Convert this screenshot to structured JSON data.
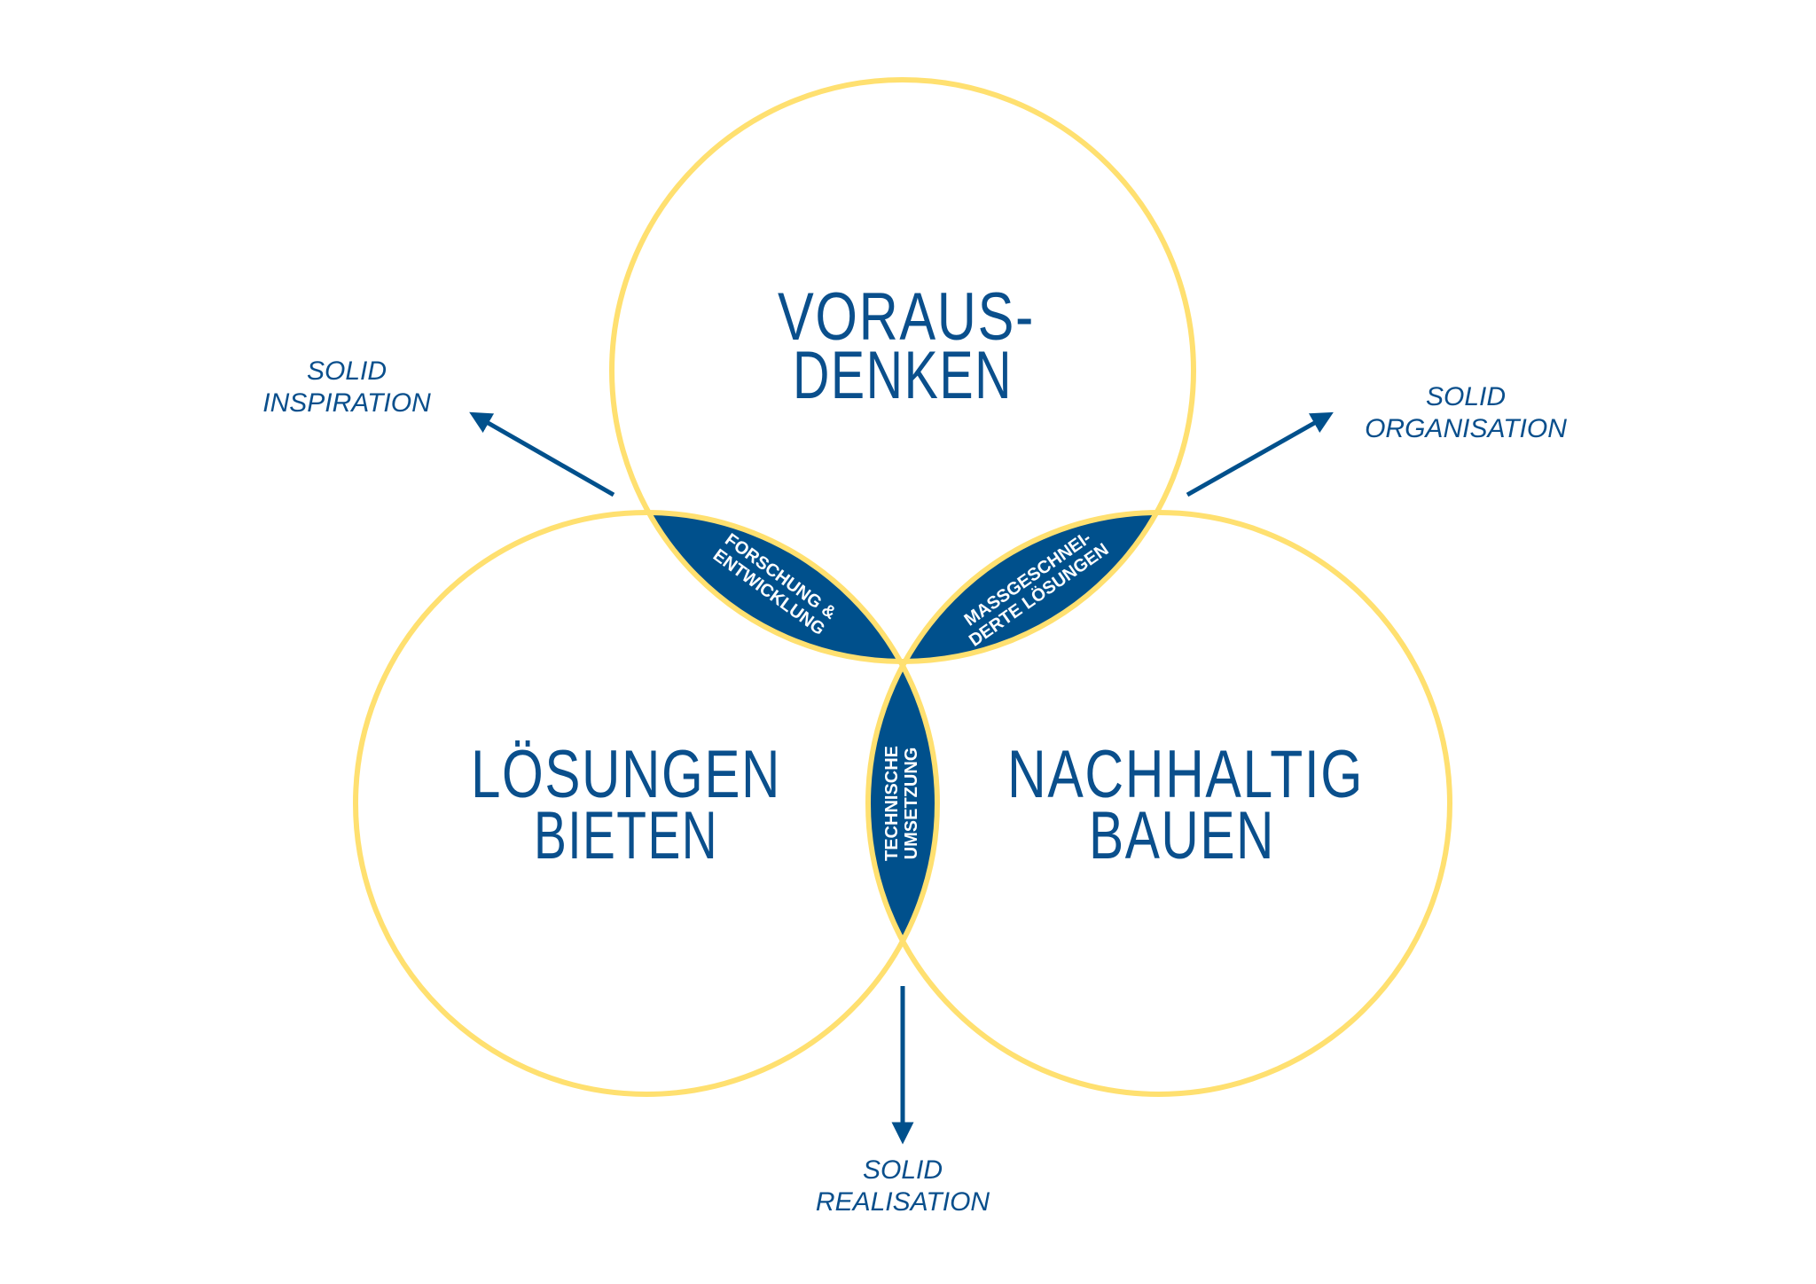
{
  "colors": {
    "circle_stroke": "#FFE070",
    "accent": "#00508C",
    "text": "#0A4F8C"
  },
  "circles": {
    "top": {
      "line1": "VORAUS-",
      "line2": "DENKEN"
    },
    "left": {
      "line1": "LÖSUNGEN",
      "line2": "BIETEN"
    },
    "right": {
      "line1": "NACHHALTIG",
      "line2": "BAUEN"
    }
  },
  "overlaps": {
    "top_left": {
      "line1": "FORSCHUNG &",
      "line2": "ENTWICKLUNG"
    },
    "top_right": {
      "line1": "MASSGESCHNEI-",
      "line2": "DERTE LÖSUNGEN"
    },
    "left_right": {
      "line1": "TECHNISCHE",
      "line2": "UMSETZUNG"
    }
  },
  "arrows": {
    "inspiration": {
      "line1": "SOLID",
      "line2": "INSPIRATION"
    },
    "organisation": {
      "line1": "SOLID",
      "line2": "ORGANISATION"
    },
    "realisation": {
      "line1": "SOLID",
      "line2": "REALISATION"
    }
  }
}
